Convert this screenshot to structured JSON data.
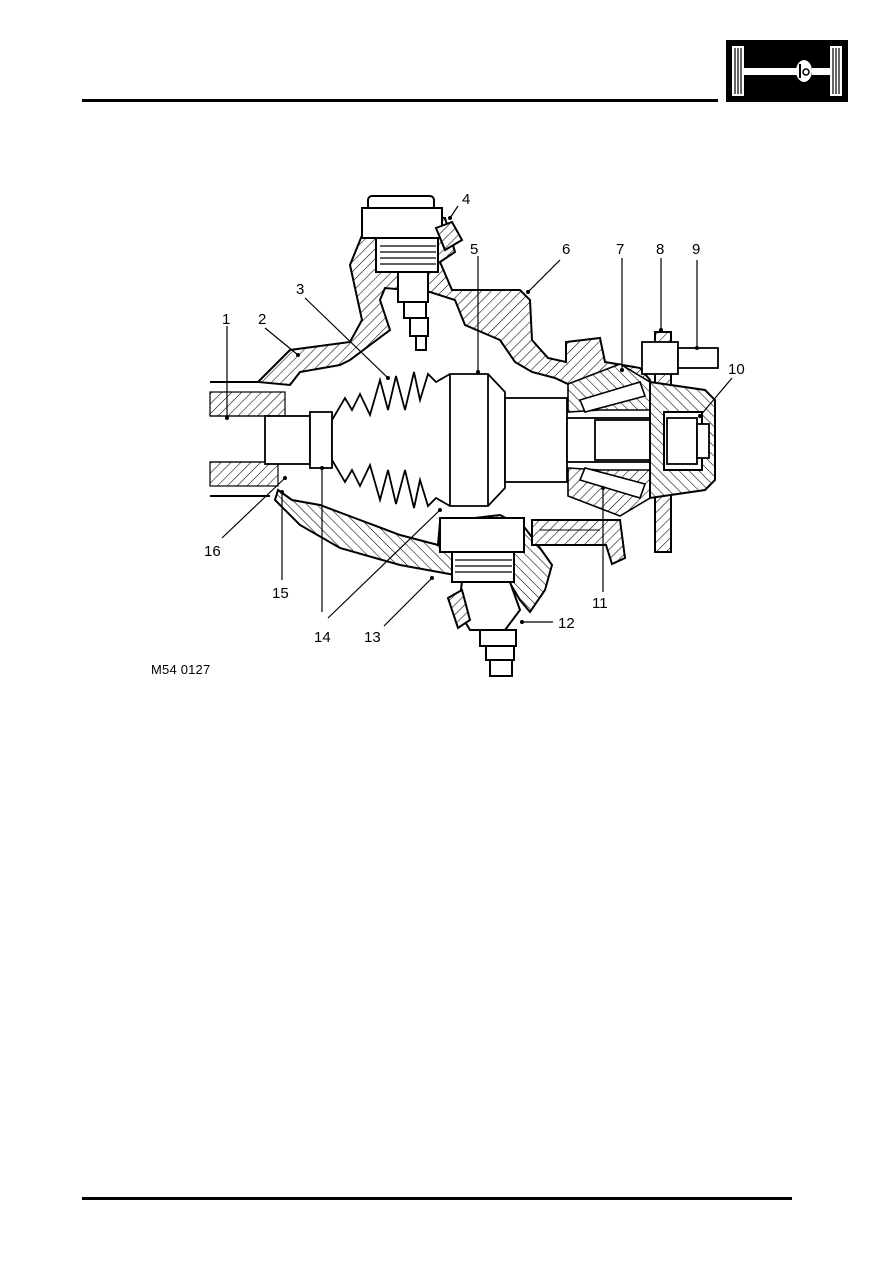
{
  "figure": {
    "reference": "M54 0127",
    "callouts": [
      "1",
      "2",
      "3",
      "4",
      "5",
      "6",
      "7",
      "8",
      "9",
      "10",
      "11",
      "12",
      "13",
      "14",
      "15",
      "16"
    ]
  },
  "header": {
    "section_icon": "driveline-axle-icon"
  }
}
